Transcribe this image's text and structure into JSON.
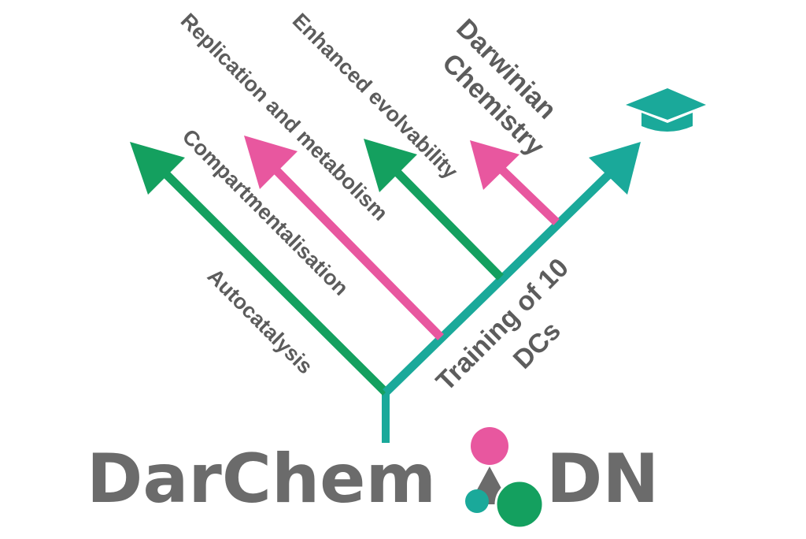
{
  "colors": {
    "green": "#14a05f",
    "pink": "#e8579f",
    "teal": "#1aa99a",
    "text": "#5c5c5c",
    "logo_text": "#6b6b6b"
  },
  "branches": [
    {
      "label": "Autocatalysis",
      "color": "green"
    },
    {
      "label": "Compartmentalisation",
      "color": "green"
    },
    {
      "label": "Replication and metabolism",
      "color": "pink"
    },
    {
      "label": "Enhanced evolvability",
      "color": "green"
    },
    {
      "label": "Darwinian",
      "color": "pink"
    }
  ],
  "trunk": {
    "label_line1": "Training of 10",
    "label_line2": "DCs",
    "top_label_line1": "Darwinian",
    "top_label_line2": "Chemistry"
  },
  "logo": {
    "text_left": "DarChem",
    "text_right": "DN"
  },
  "icons": {
    "graduation": "graduation-cap-icon",
    "logo_mark": "molecule-logo-icon"
  }
}
